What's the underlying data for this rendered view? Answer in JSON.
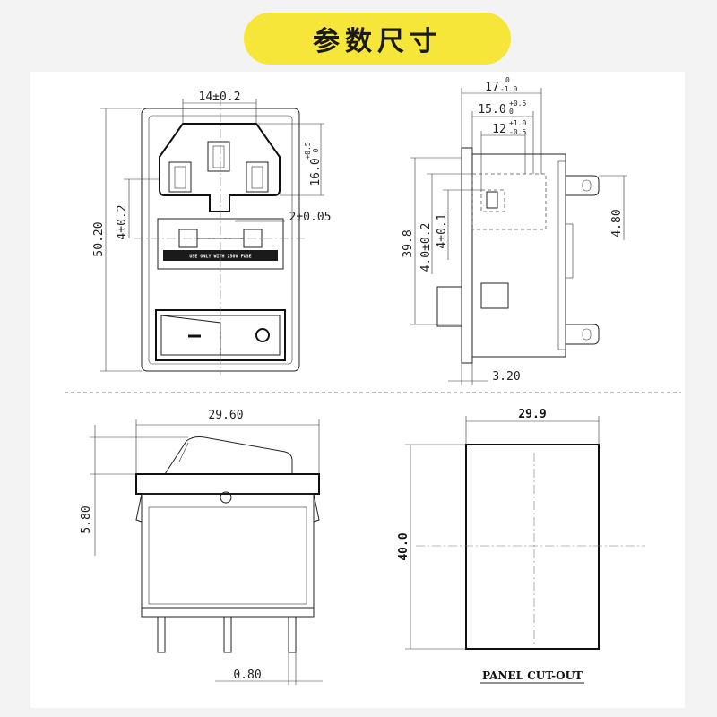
{
  "title": "参数尺寸",
  "front_view": {
    "width_top": "14±0.2",
    "height_total": "50.20",
    "height_socket_tol_top": "+0.5",
    "height_socket_tol_bot": "0",
    "height_socket": "16.0",
    "fuse_offset": "4±0.2",
    "gap": "2±0.05",
    "fuse_label": "USE ONLY WITH 250V FUSE"
  },
  "side_view": {
    "dim_17": "17",
    "dim_17_tol_top": "0",
    "dim_17_tol_bot": "-1.0",
    "dim_15": "15.0",
    "dim_15_tol_top": "+0.5",
    "dim_15_tol_bot": "0",
    "dim_12": "12",
    "dim_12_tol_top": "+1.0",
    "dim_12_tol_bot": "-0.5",
    "height": "39.8",
    "offset_a": "4.0±0.2",
    "offset_b": "4±0.1",
    "terminal": "4.80",
    "flange": "3.20"
  },
  "switch_view": {
    "width": "29.60",
    "rocker_height": "5.80",
    "pin": "0.80"
  },
  "cutout_view": {
    "width": "29.9",
    "height": "40.0",
    "label": "PANEL CUT-OUT"
  }
}
